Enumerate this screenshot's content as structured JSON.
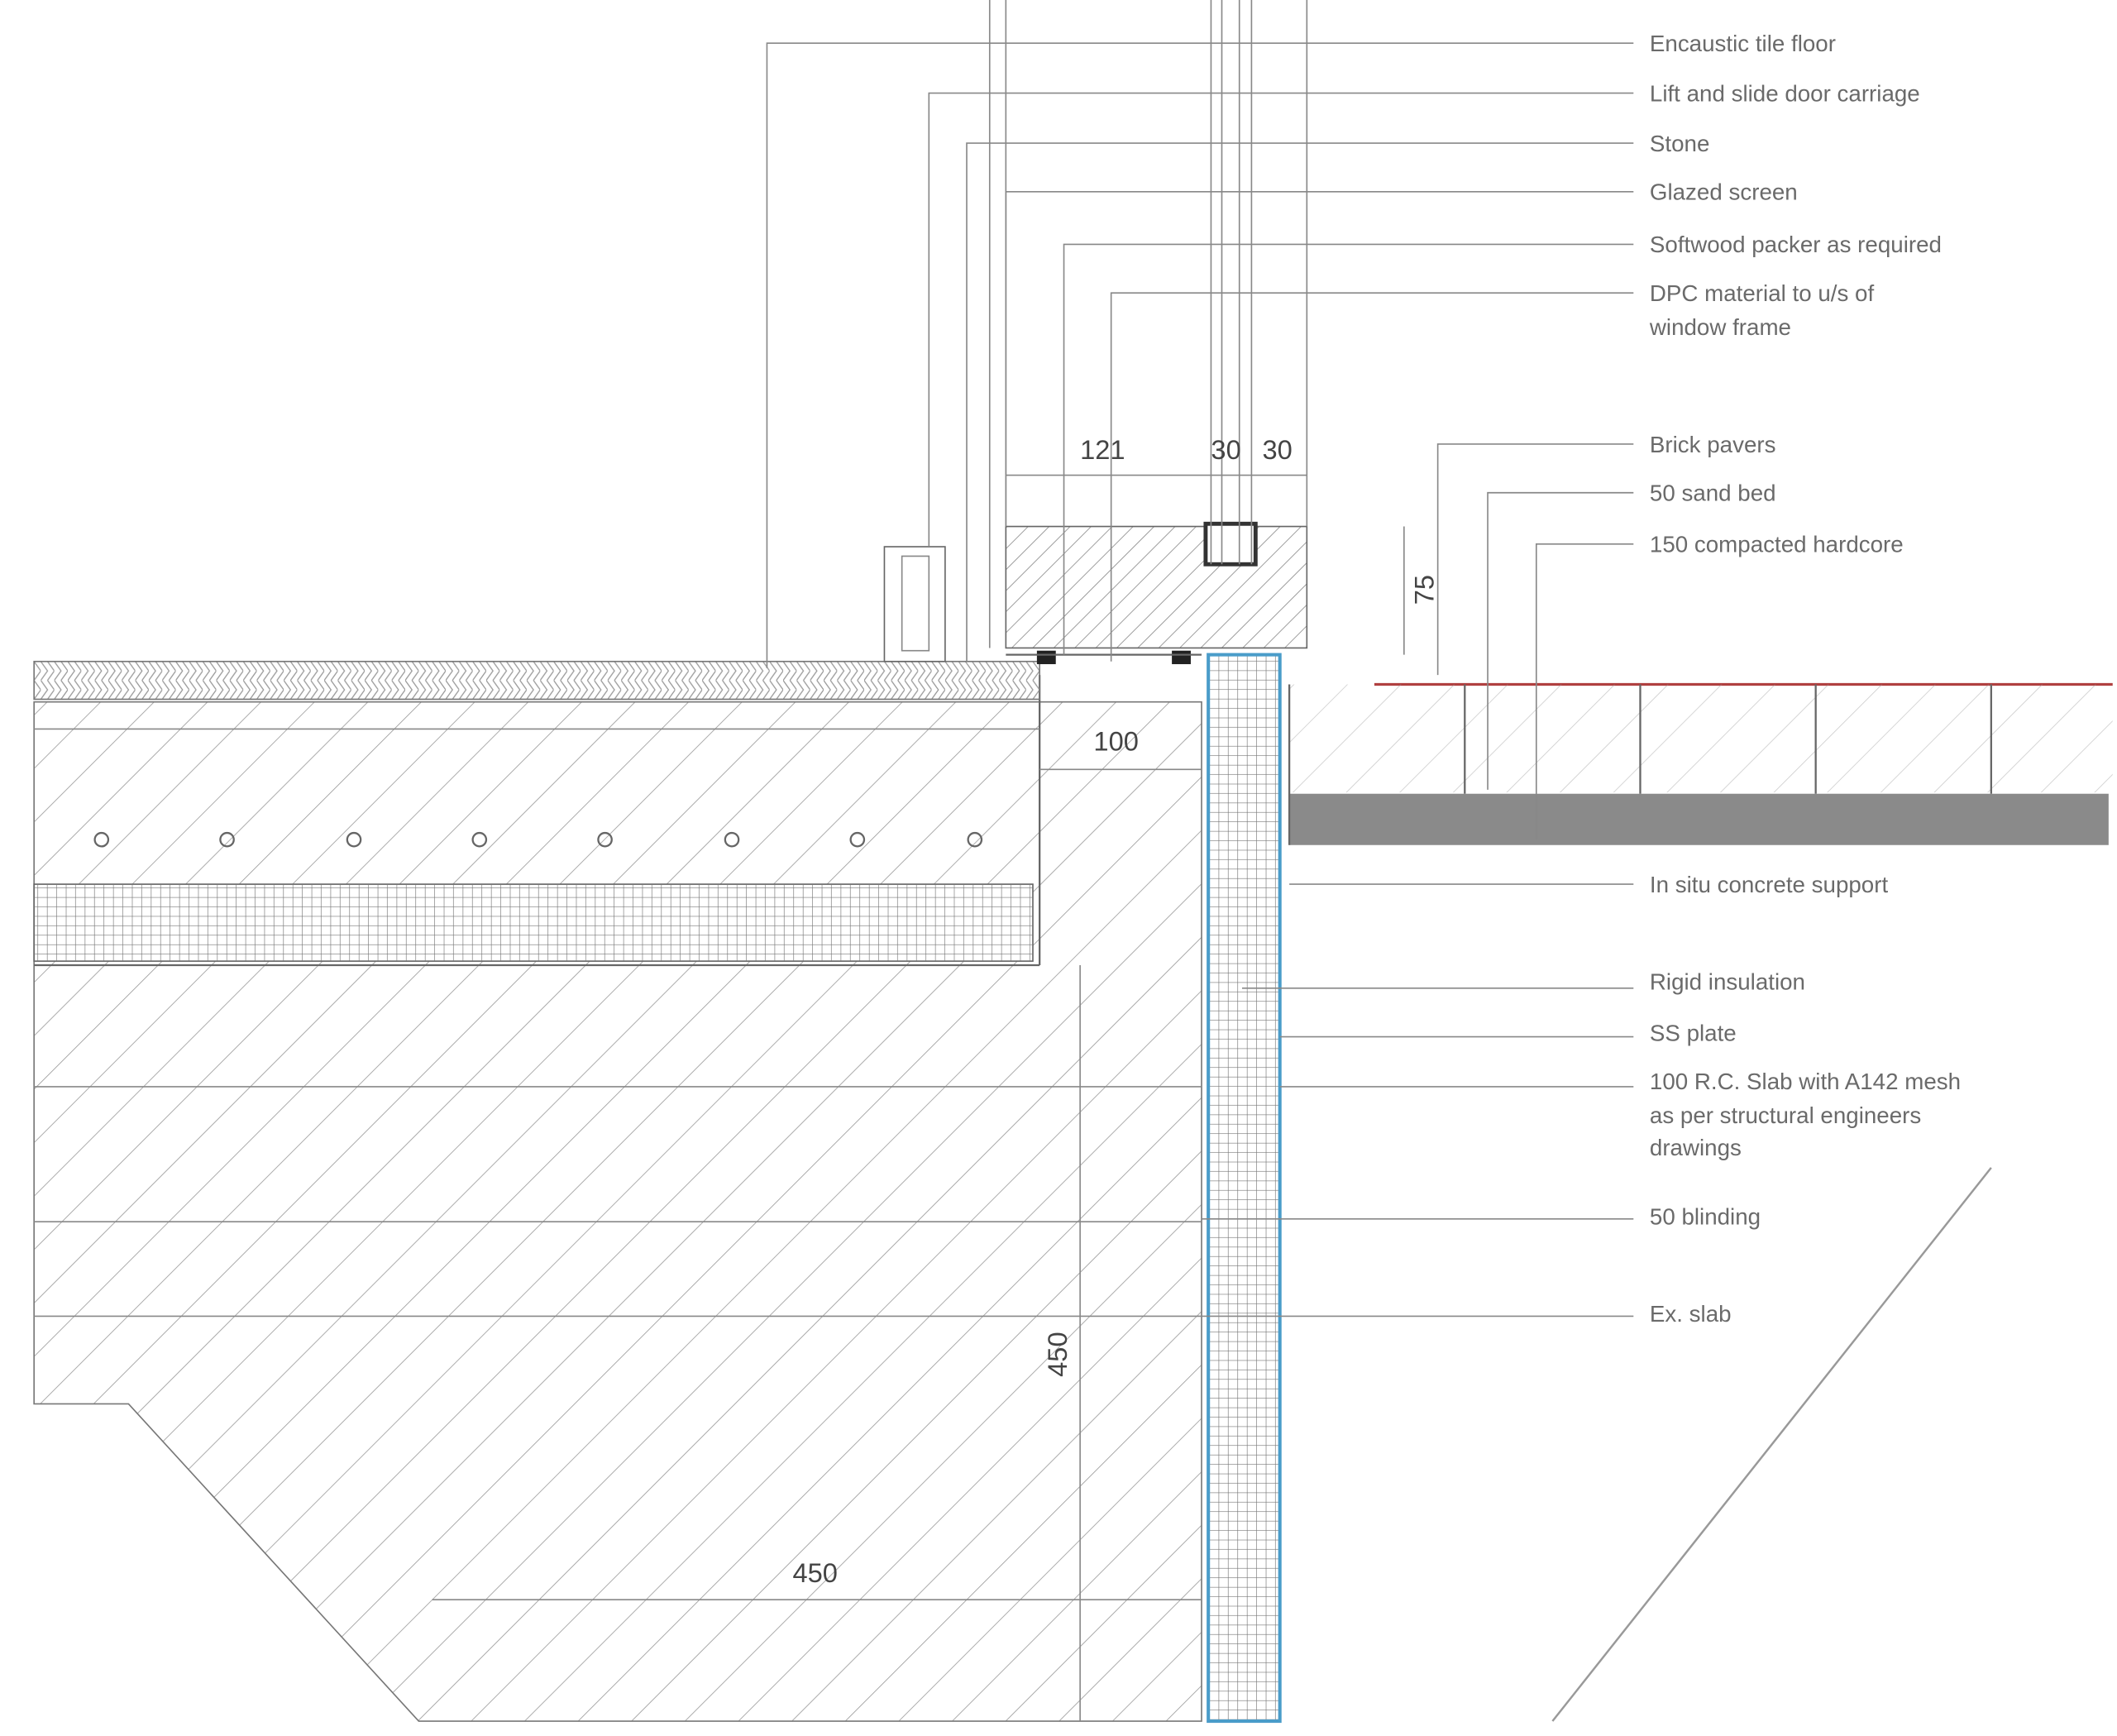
{
  "labels": [
    "Encaustic tile floor",
    "Lift and slide door carriage",
    "Stone",
    "Glazed screen",
    "Softwood packer as required",
    "DPC material to u/s of",
    "window frame",
    "Brick pavers",
    "50 sand bed",
    "150 compacted hardcore",
    "In situ concrete support",
    "Rigid insulation",
    "SS plate",
    "100 R.C. Slab with A142 mesh",
    "as per structural engineers",
    "drawings",
    "50 blinding",
    "Ex. slab"
  ],
  "dimensions": {
    "stone_width": "121",
    "frame_a": "30",
    "frame_b": "30",
    "step_height": "75",
    "slab_offset": "100",
    "footing_depth": "450",
    "footing_width": "450"
  },
  "colors": {
    "insulation": "#4a9cc9",
    "paver_line": "#b04040",
    "concrete": "#8a8a8a"
  }
}
